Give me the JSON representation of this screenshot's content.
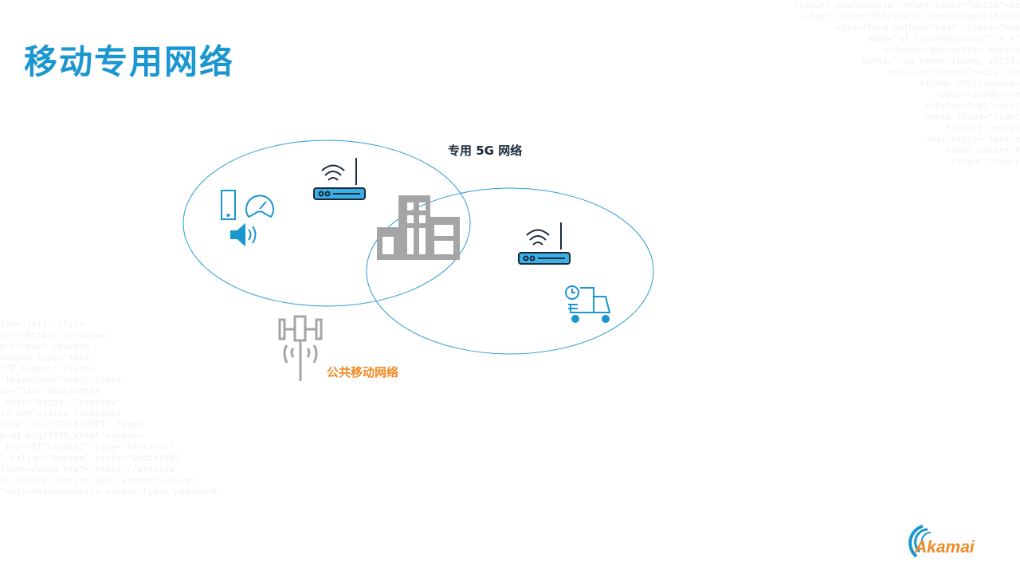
{
  "title": "移动专用网络",
  "diagram": {
    "private_network_label": "专用 5G 网络",
    "public_network_label": "公共移动网络"
  },
  "logo": {
    "text": "Akamai"
  },
  "colors": {
    "accent": "#1a96d0",
    "orange": "#f08a24",
    "gray": "#a5a5a5"
  }
}
